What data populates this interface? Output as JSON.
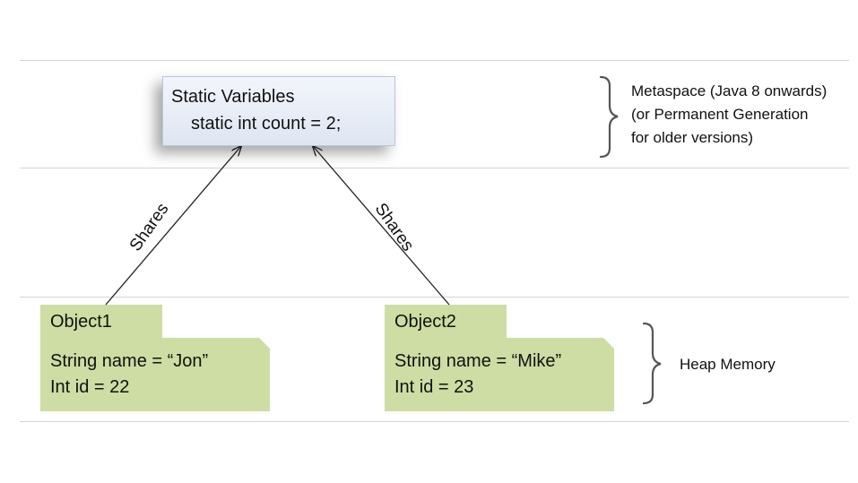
{
  "static_box": {
    "title": "Static Variables",
    "variable": "static int count = 2;"
  },
  "relations": {
    "left_label": "Shares",
    "right_label": "Shares"
  },
  "objects": [
    {
      "name": "Object1",
      "field1": "String name = “Jon”",
      "field2": "Int id = 22"
    },
    {
      "name": "Object2",
      "field1": "String name = “Mike”",
      "field2": "Int id = 23"
    }
  ],
  "annotations": {
    "metaspace_line1": "Metaspace (Java 8 onwards)",
    "metaspace_line2": "(or Permanent Generation",
    "metaspace_line3": "for older versions)",
    "heap": "Heap Memory"
  },
  "colors": {
    "object_fill": "#cddda3",
    "static_fill": "#e4eaf4",
    "divider": "#d4d4d4",
    "brace": "#555555",
    "arrow": "#222222"
  }
}
